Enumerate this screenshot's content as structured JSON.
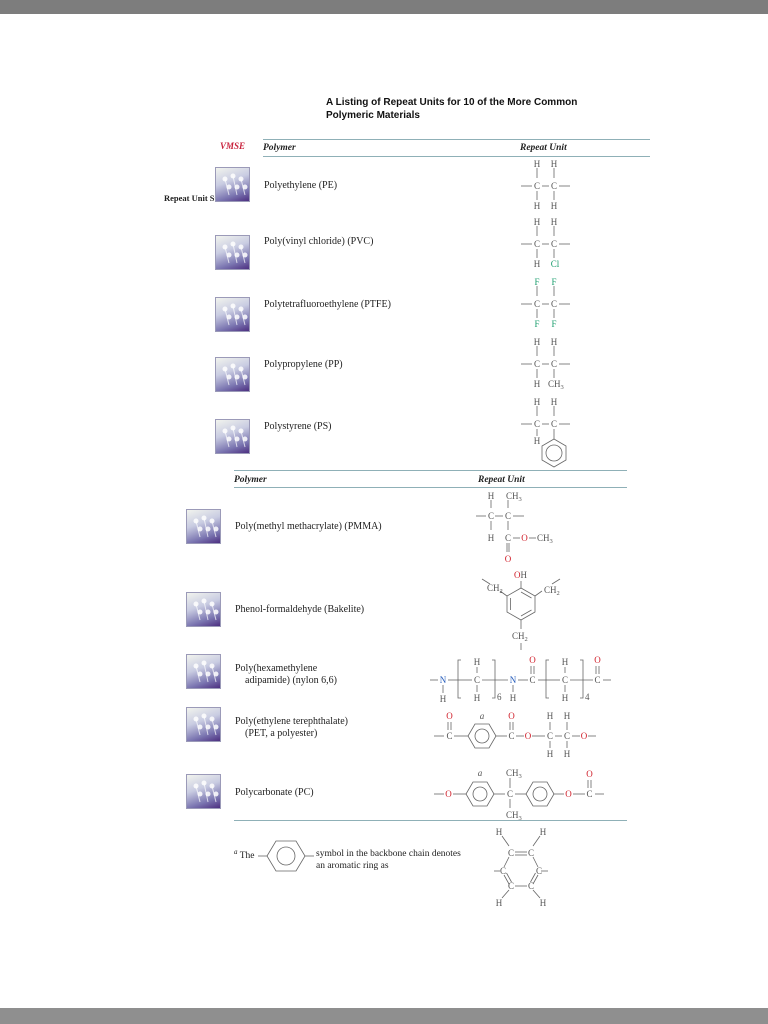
{
  "title": {
    "line1": "A Listing of Repeat Units for 10 of the More Common",
    "line2": "Polymeric Materials"
  },
  "headers": {
    "polymer": "Polymer",
    "repeat_unit": "Repeat Unit"
  },
  "vmse_label": "VMSE",
  "side_label": "Repeat Unit Structures",
  "polymers": [
    {
      "name": "Polyethylene (PE)"
    },
    {
      "name": "Poly(vinyl chloride) (PVC)"
    },
    {
      "name": "Polytetrafluoroethylene (PTFE)"
    },
    {
      "name": "Polypropylene (PP)"
    },
    {
      "name": "Polystyrene (PS)"
    },
    {
      "name": "Poly(methyl methacrylate) (PMMA)"
    },
    {
      "name": "Phenol-formaldehyde (Bakelite)"
    },
    {
      "name": "Poly(hexamethylene",
      "name2": "adipamide) (nylon 6,6)"
    },
    {
      "name": "Poly(ethylene terephthalate)",
      "name2": "(PET, a polyester)"
    },
    {
      "name": "Polycarbonate (PC)"
    }
  ],
  "atoms": {
    "H": "H",
    "C": "C",
    "Cl": "Cl",
    "F": "F",
    "O": "O",
    "N": "N",
    "CH": "CH",
    "sub2": "2",
    "sub3": "3",
    "sub4": "4",
    "sub6": "6",
    "a": "a"
  },
  "footnote": {
    "marker": "a",
    "the": "The",
    "text1": "symbol in the backbone chain denotes",
    "text2": "an aromatic ring as"
  },
  "colors": {
    "oxygen": "#d01f2a",
    "chlorine_fluorine": "#1b9e6e",
    "nitrogen": "#1f57b8",
    "vmse": "#c8223c",
    "rule": "#8fb0b7"
  }
}
